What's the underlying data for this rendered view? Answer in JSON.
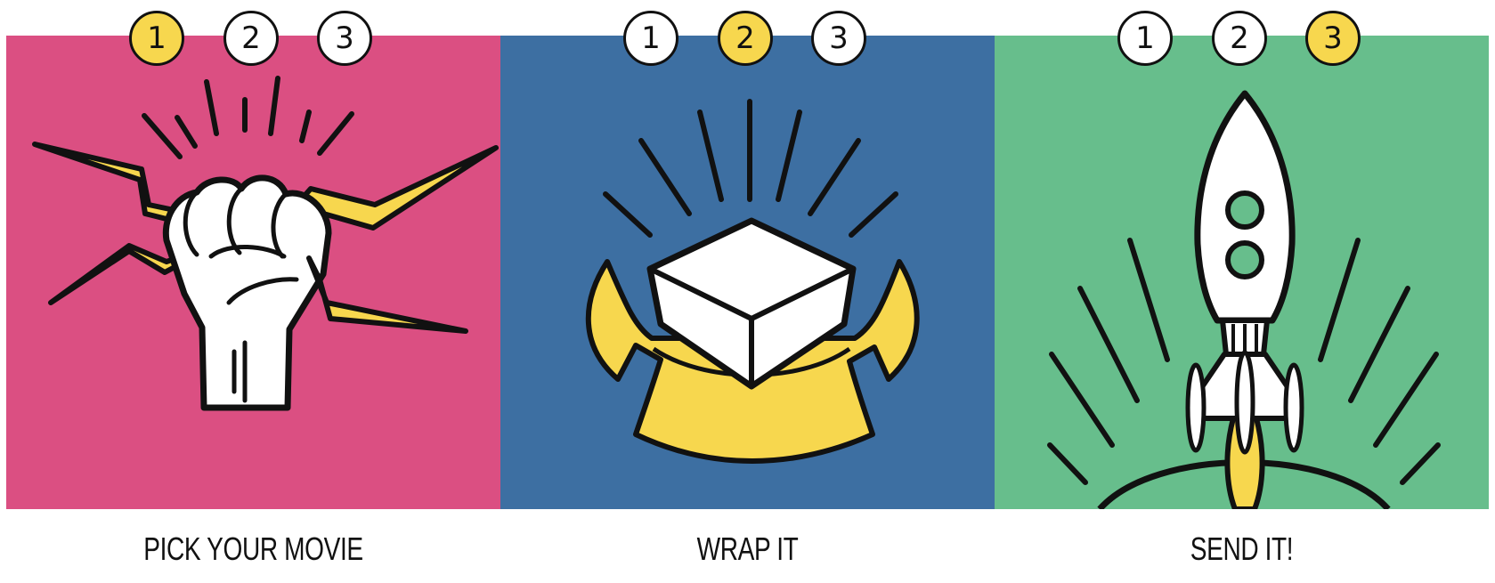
{
  "colors": {
    "pink": "#db4f82",
    "blue": "#3d6fa2",
    "green": "#67be8c",
    "accent_yellow": "#f7d74e",
    "ink": "#111111",
    "white": "#ffffff"
  },
  "steps": [
    {
      "badges": [
        "1",
        "2",
        "3"
      ],
      "active_badge": 1,
      "caption": "PICK YOUR MOVIE",
      "icon": "fist-lightning-icon",
      "background": "pink"
    },
    {
      "badges": [
        "1",
        "2",
        "3"
      ],
      "active_badge": 2,
      "caption": "WRAP IT",
      "icon": "gift-box-ribbon-icon",
      "background": "blue"
    },
    {
      "badges": [
        "1",
        "2",
        "3"
      ],
      "active_badge": 3,
      "caption": "SEND IT!",
      "icon": "rocket-icon",
      "background": "green"
    }
  ]
}
